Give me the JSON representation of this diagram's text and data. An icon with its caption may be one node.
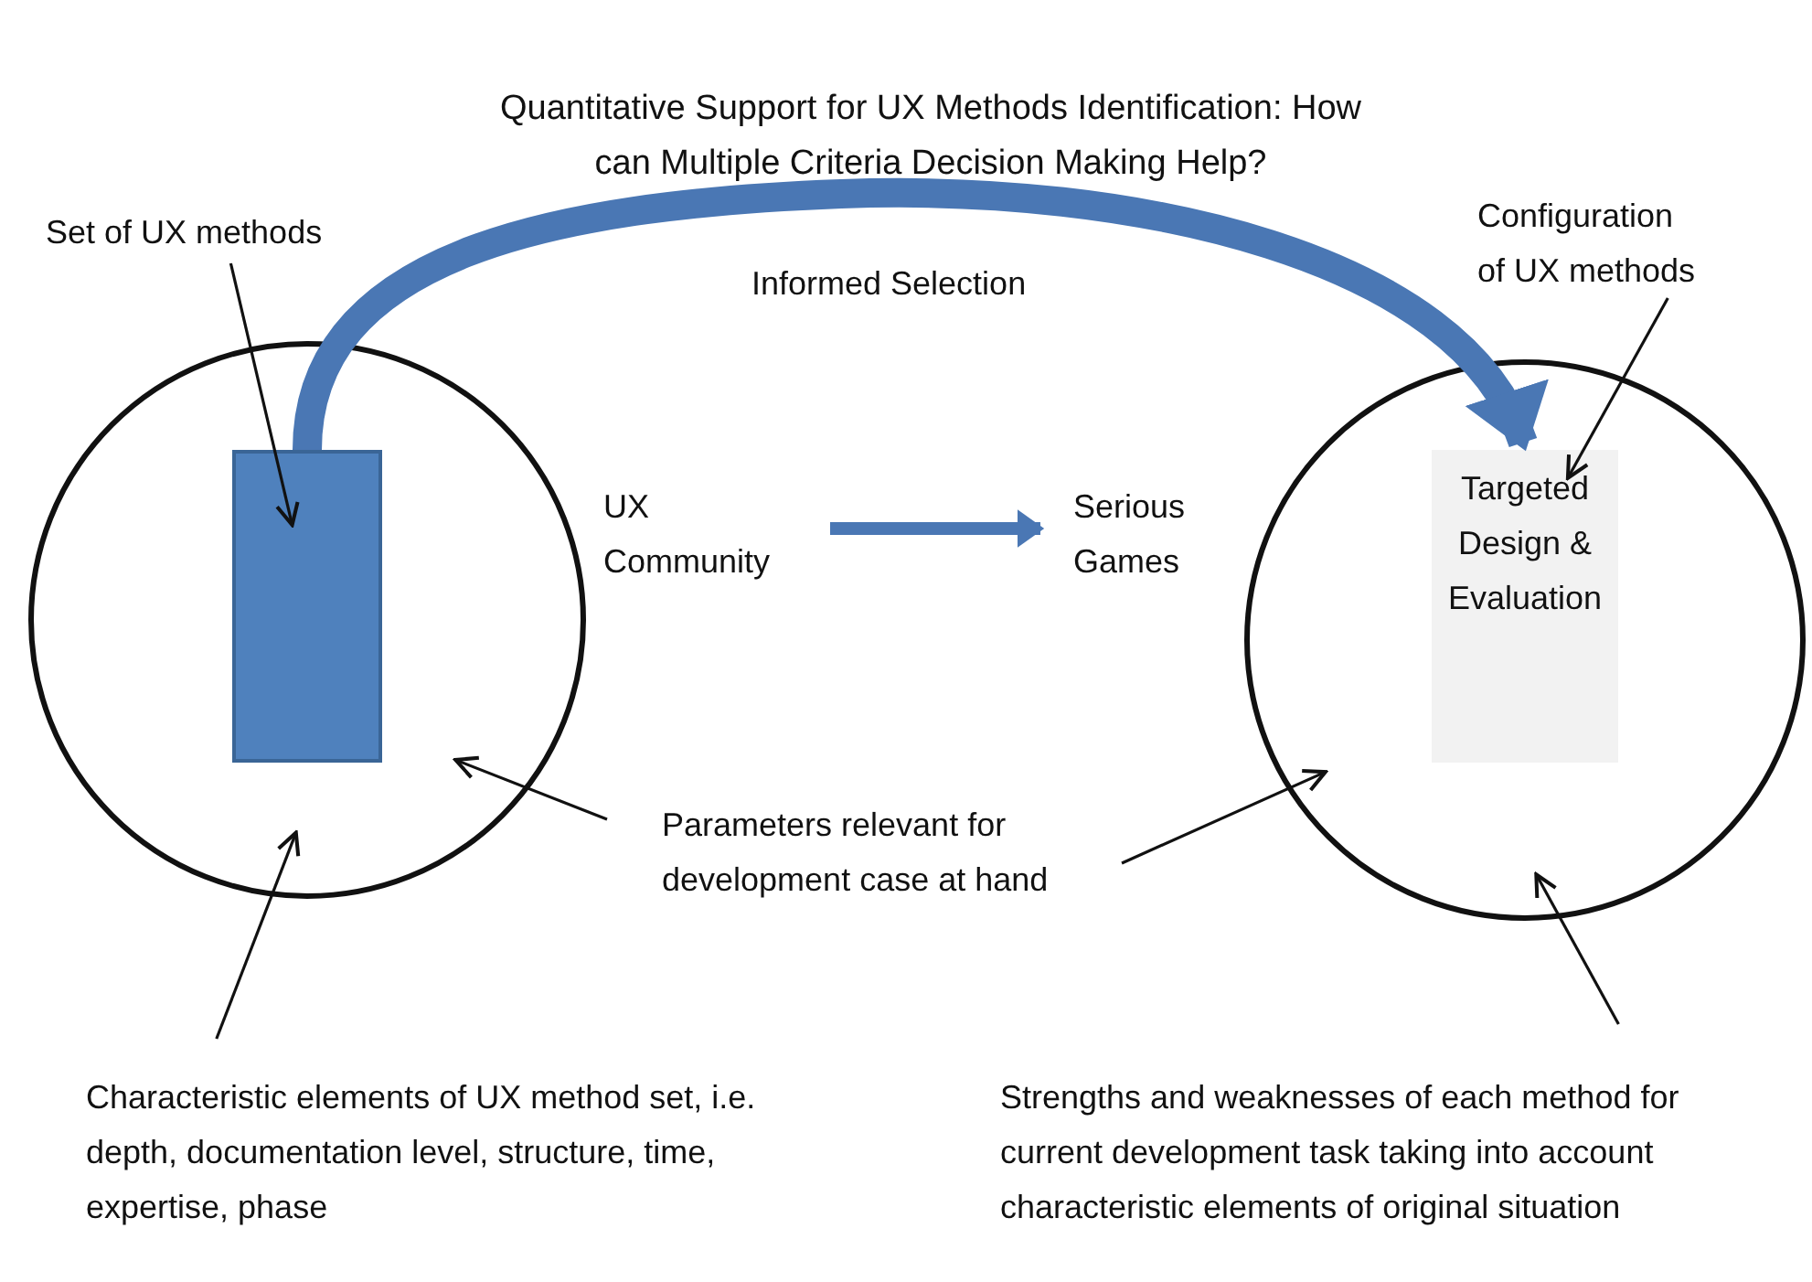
{
  "diagram": {
    "title": "Quantitative Support for UX Methods Identification: How can Multiple Criteria Decision Making Help?",
    "nodes": [
      {
        "text": [],
        "shape": "circle"
      },
      {
        "text": [],
        "shape": "box",
        "in": 0
      },
      {
        "text": [],
        "shape": "circle"
      },
      {
        "text": [
          "Targeted Design & Evaluation"
        ],
        "in": 2
      },
      {
        "text": [
          "Set of UX methods"
        ]
      },
      {
        "text": [
          "Configuration of UX methods"
        ]
      },
      {
        "text": [
          "UX Community"
        ]
      },
      {
        "text": [
          "Serious Games"
        ]
      },
      {
        "text": [
          "Parameters relevant for development case at hand"
        ]
      },
      {
        "text": [
          "Characteristic elements of UX method set, i.e. depth, documentation level, structure, time, expertise, phase"
        ]
      },
      {
        "text": [
          "Strengths and weaknesses of each method for current development task taking into account characteristic elements of original situation"
        ]
      }
    ],
    "edges": [
      {
        "from": 1,
        "to": 3,
        "arrow": "to",
        "label": "Informed Selection",
        "style": "thick",
        "color": "#4a77b4"
      },
      {
        "from": 4,
        "to": 1,
        "arrow": "to"
      },
      {
        "from": 5,
        "to": 3,
        "arrow": "to"
      },
      {
        "from": 6,
        "to": 7,
        "arrow": "to",
        "style": "thick",
        "color": "#4a77b4"
      },
      {
        "from": 8,
        "to": 0,
        "arrow": "to"
      },
      {
        "from": 8,
        "to": 2,
        "arrow": "to"
      },
      {
        "from": 9,
        "to": 0,
        "arrow": "to"
      },
      {
        "from": 10,
        "to": 2,
        "arrow": "to"
      }
    ]
  }
}
